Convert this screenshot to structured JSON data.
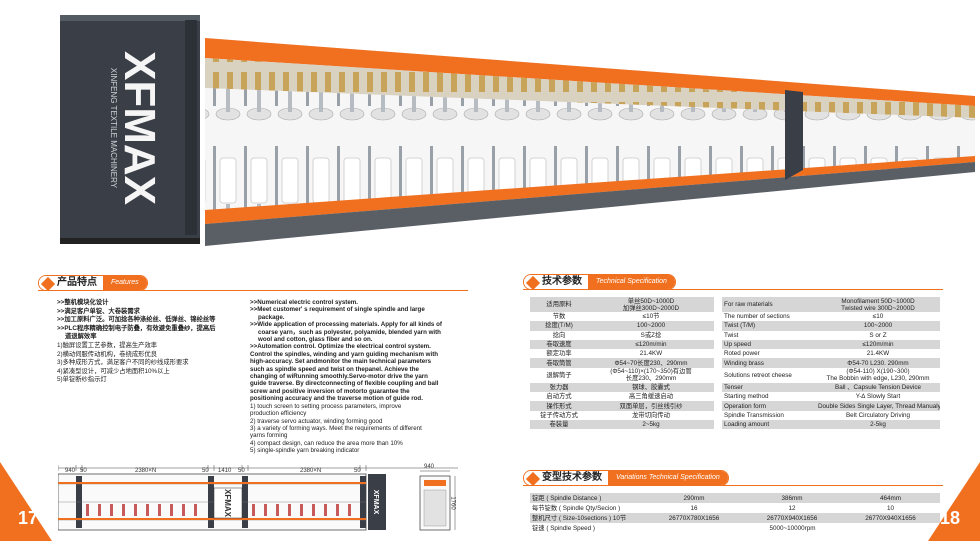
{
  "machine": {
    "brand_logo": "XFMAX",
    "brand_subtitle": "XINFENG TEXTILE MACHINERY",
    "colors": {
      "frame": "#3a3f47",
      "accent": "#f07020",
      "spindle": "#ececec"
    }
  },
  "features": {
    "title_cn": "产品特点",
    "title_en": "Features",
    "cn_lines": [
      {
        "text": ">>整机模块化设计",
        "bold": true
      },
      {
        "text": ">>满足客户单锭、大卷装需求",
        "bold": true
      },
      {
        "text": ">>加工原料广泛。可加捻各种涤纶丝、低弹丝、锦纶丝等",
        "bold": true
      },
      {
        "text": ">>PLC程序精确控制电子防叠，有效避免重叠纱，提高后",
        "bold": true
      },
      {
        "text": "道退解效率",
        "bold": true,
        "indent": true
      },
      {
        "text": "1)触屏设置工艺参数，提高生产效率",
        "bold": false
      },
      {
        "text": "2)横动伺服传动机构，卷绕成形优良",
        "bold": false
      },
      {
        "text": "3)多种成形方式，满足客户不同的纱线成形要求",
        "bold": false
      },
      {
        "text": "4)紧凑型设计，可减少占地面积10%以上",
        "bold": false
      },
      {
        "text": "5)单锭断纱指示灯",
        "bold": false
      }
    ],
    "en_lines": [
      {
        "text": ">>Numerical electric control system.",
        "bold": true
      },
      {
        "text": ">>Meet customer' s requirement of single spindle and large",
        "bold": true
      },
      {
        "text": "package.",
        "bold": true,
        "indent": true
      },
      {
        "text": ">>Wide application of processing materials. Apply for all kinds of",
        "bold": true
      },
      {
        "text": "coarse yarn，such as polyester, polyamide, blended yarn with",
        "bold": true,
        "indent": true
      },
      {
        "text": "wool and cotton, glass fiber and so on.",
        "bold": true,
        "indent": true
      },
      {
        "text": ">>Automation control. Optimize the electrical control system.",
        "bold": true
      },
      {
        "text": "Control the spindles, winding and yarn guiding mechanism with",
        "bold": true
      },
      {
        "text": "high-accuracy. Set andmonitor the main technical parameters",
        "bold": true
      },
      {
        "text": "such as spindle speed and twist on thepanel. Achieve the",
        "bold": true
      },
      {
        "text": "changing of wiRunning smoothly.Servo-motor drive the yarn",
        "bold": true
      },
      {
        "text": "guide traverse. By directconnecting of flexible coupling and ball",
        "bold": true
      },
      {
        "text": "screw and positive inversion of motorto guarantee the",
        "bold": true
      },
      {
        "text": "positioning accuracy and the traverse motion of guide rod.",
        "bold": true
      },
      {
        "text": "1) touch screen to setting process parameters, improve",
        "bold": false
      },
      {
        "text": "production efficiency",
        "bold": false
      },
      {
        "text": "2) traverse servo actuator,  winding forming good",
        "bold": false
      },
      {
        "text": "3) a variety of forming ways. Meet the requirements of different",
        "bold": false
      },
      {
        "text": "yarns forming",
        "bold": false
      },
      {
        "text": "4) compact design, can reduce the area more than 10%",
        "bold": false
      },
      {
        "text": "5) single-spindle yarn breaking indicator",
        "bold": false
      }
    ]
  },
  "drawing": {
    "dims_top": [
      "940",
      "50",
      "2380×N",
      "50",
      "1410",
      "50",
      "2380×N",
      "50"
    ],
    "side_width": "940",
    "side_height": "1760",
    "logo": "XFMAX"
  },
  "tech": {
    "title_cn": "技术参数",
    "title_en": "Technical Specification",
    "rows": [
      {
        "cn": "适用原料",
        "cn_val": "单丝50D~1000D\n加弹丝300D~2000D",
        "en": "For raw materials",
        "en_val": "Monofilament  50D~1000D\nTwisted wire 300D~2000D"
      },
      {
        "cn": "节数",
        "cn_val": "≤10节",
        "en": "The number of sections",
        "en_val": "≤10"
      },
      {
        "cn": "捻度(T/M)",
        "cn_val": "100~2000",
        "en": "Twist (T/M)",
        "en_val": "100~2000"
      },
      {
        "cn": "捻向",
        "cn_val": "S或Z捻",
        "en": "Twist",
        "en_val": "S or Z"
      },
      {
        "cn": "卷取速度",
        "cn_val": "≤120m/min",
        "en": "Up speed",
        "en_val": "≤120m/min"
      },
      {
        "cn": "额定功率",
        "cn_val": "21.4KW",
        "en": "Roted power",
        "en_val": "21.4KW"
      },
      {
        "cn": "卷取筒管",
        "cn_val": "Φ54~70长度230、290mm",
        "en": "Winding brass",
        "en_val": "Φ54-70 L230. 290mm"
      },
      {
        "cn": "退解筒子",
        "cn_val": "(Φ54~110)×(170~350)有边管\n长度230、290mm",
        "en": "Solutions retreot cheese",
        "en_val": "(Φ54-110) X(190~300)\nThe Bobbin with edge,  L230,  290mm"
      },
      {
        "cn": "张力器",
        "cn_val": "钢球、胶囊式",
        "en": "Tenser",
        "en_val": "Ball 、Capsule Tension Device"
      },
      {
        "cn": "启动方式",
        "cn_val": "高三角缓速启动",
        "en": "Starting method",
        "en_val": "Y-∆ Slowly Start"
      },
      {
        "cn": "操作形式",
        "cn_val": "双面单层，引丝线引纱",
        "en": "Operation form",
        "en_val": "Double Sides Single Layer,  Thread Manualy"
      },
      {
        "cn": "锭子传动方式",
        "cn_val": "龙带切向传动",
        "en": "Spindle Transmission",
        "en_val": "Belt Circulatory Driving"
      },
      {
        "cn": "卷装量",
        "cn_val": "2~5kg",
        "en": "Loading amount",
        "en_val": "2-5kg"
      }
    ]
  },
  "variant": {
    "title_cn": "变型技术参数",
    "title_en": "Variations Technical Specification",
    "rows": [
      {
        "label": "锭距 ( Spindle Distance )",
        "values": [
          "290mm",
          "386mm",
          "464mm"
        ]
      },
      {
        "label": "每节锭数 ( Spindle Qty/Secion )",
        "values": [
          "16",
          "12",
          "10"
        ]
      },
      {
        "label": "整机尺寸 ( Size-10sections ) 10节",
        "values": [
          "26770X780X1656",
          "26770X940X1656",
          "26770X940X1656"
        ]
      },
      {
        "label": "锭速 ( Spindle Speed )",
        "span_value": "5000~10000rpm"
      }
    ]
  },
  "pages": {
    "left": "17",
    "right": "18"
  }
}
